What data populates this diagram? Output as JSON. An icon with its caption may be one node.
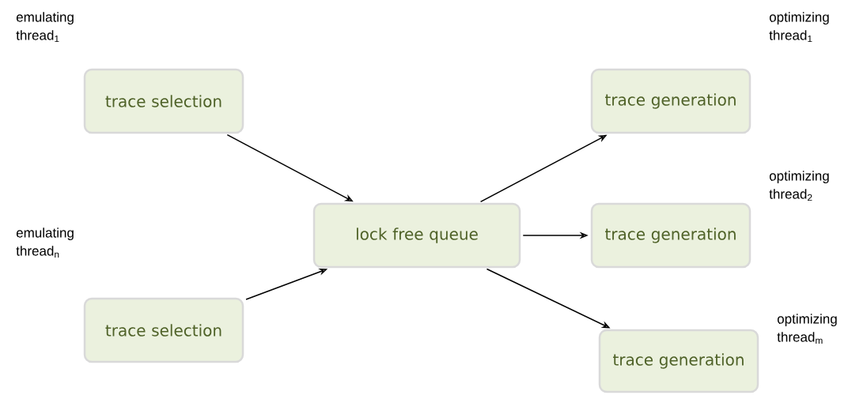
{
  "diagram": {
    "nodes": [
      {
        "text": [
          "trace selection"
        ],
        "beside": [
          "emulating thread$_{1}$"
        ]
      },
      {
        "text": [
          "trace selection"
        ],
        "beside": [
          "emulating thread$_{n}$"
        ]
      },
      {
        "text": [
          "lock free queue"
        ]
      },
      {
        "text": [
          "trace generation"
        ],
        "beside": [
          "optimizing thread$_{1}$"
        ]
      },
      {
        "text": [
          "trace generation"
        ],
        "beside": [
          "optimizing thread$_{2}$"
        ]
      },
      {
        "text": [
          "trace generation"
        ],
        "beside": [
          "optimizing thread$_{m}$"
        ]
      }
    ],
    "edges": [
      {
        "from": 0,
        "to": 2,
        "arrow": "to"
      },
      {
        "from": 1,
        "to": 2,
        "arrow": "to"
      },
      {
        "from": 2,
        "to": 3,
        "arrow": "to"
      },
      {
        "from": 2,
        "to": 4,
        "arrow": "to"
      },
      {
        "from": 2,
        "to": 5,
        "arrow": "to"
      }
    ]
  }
}
